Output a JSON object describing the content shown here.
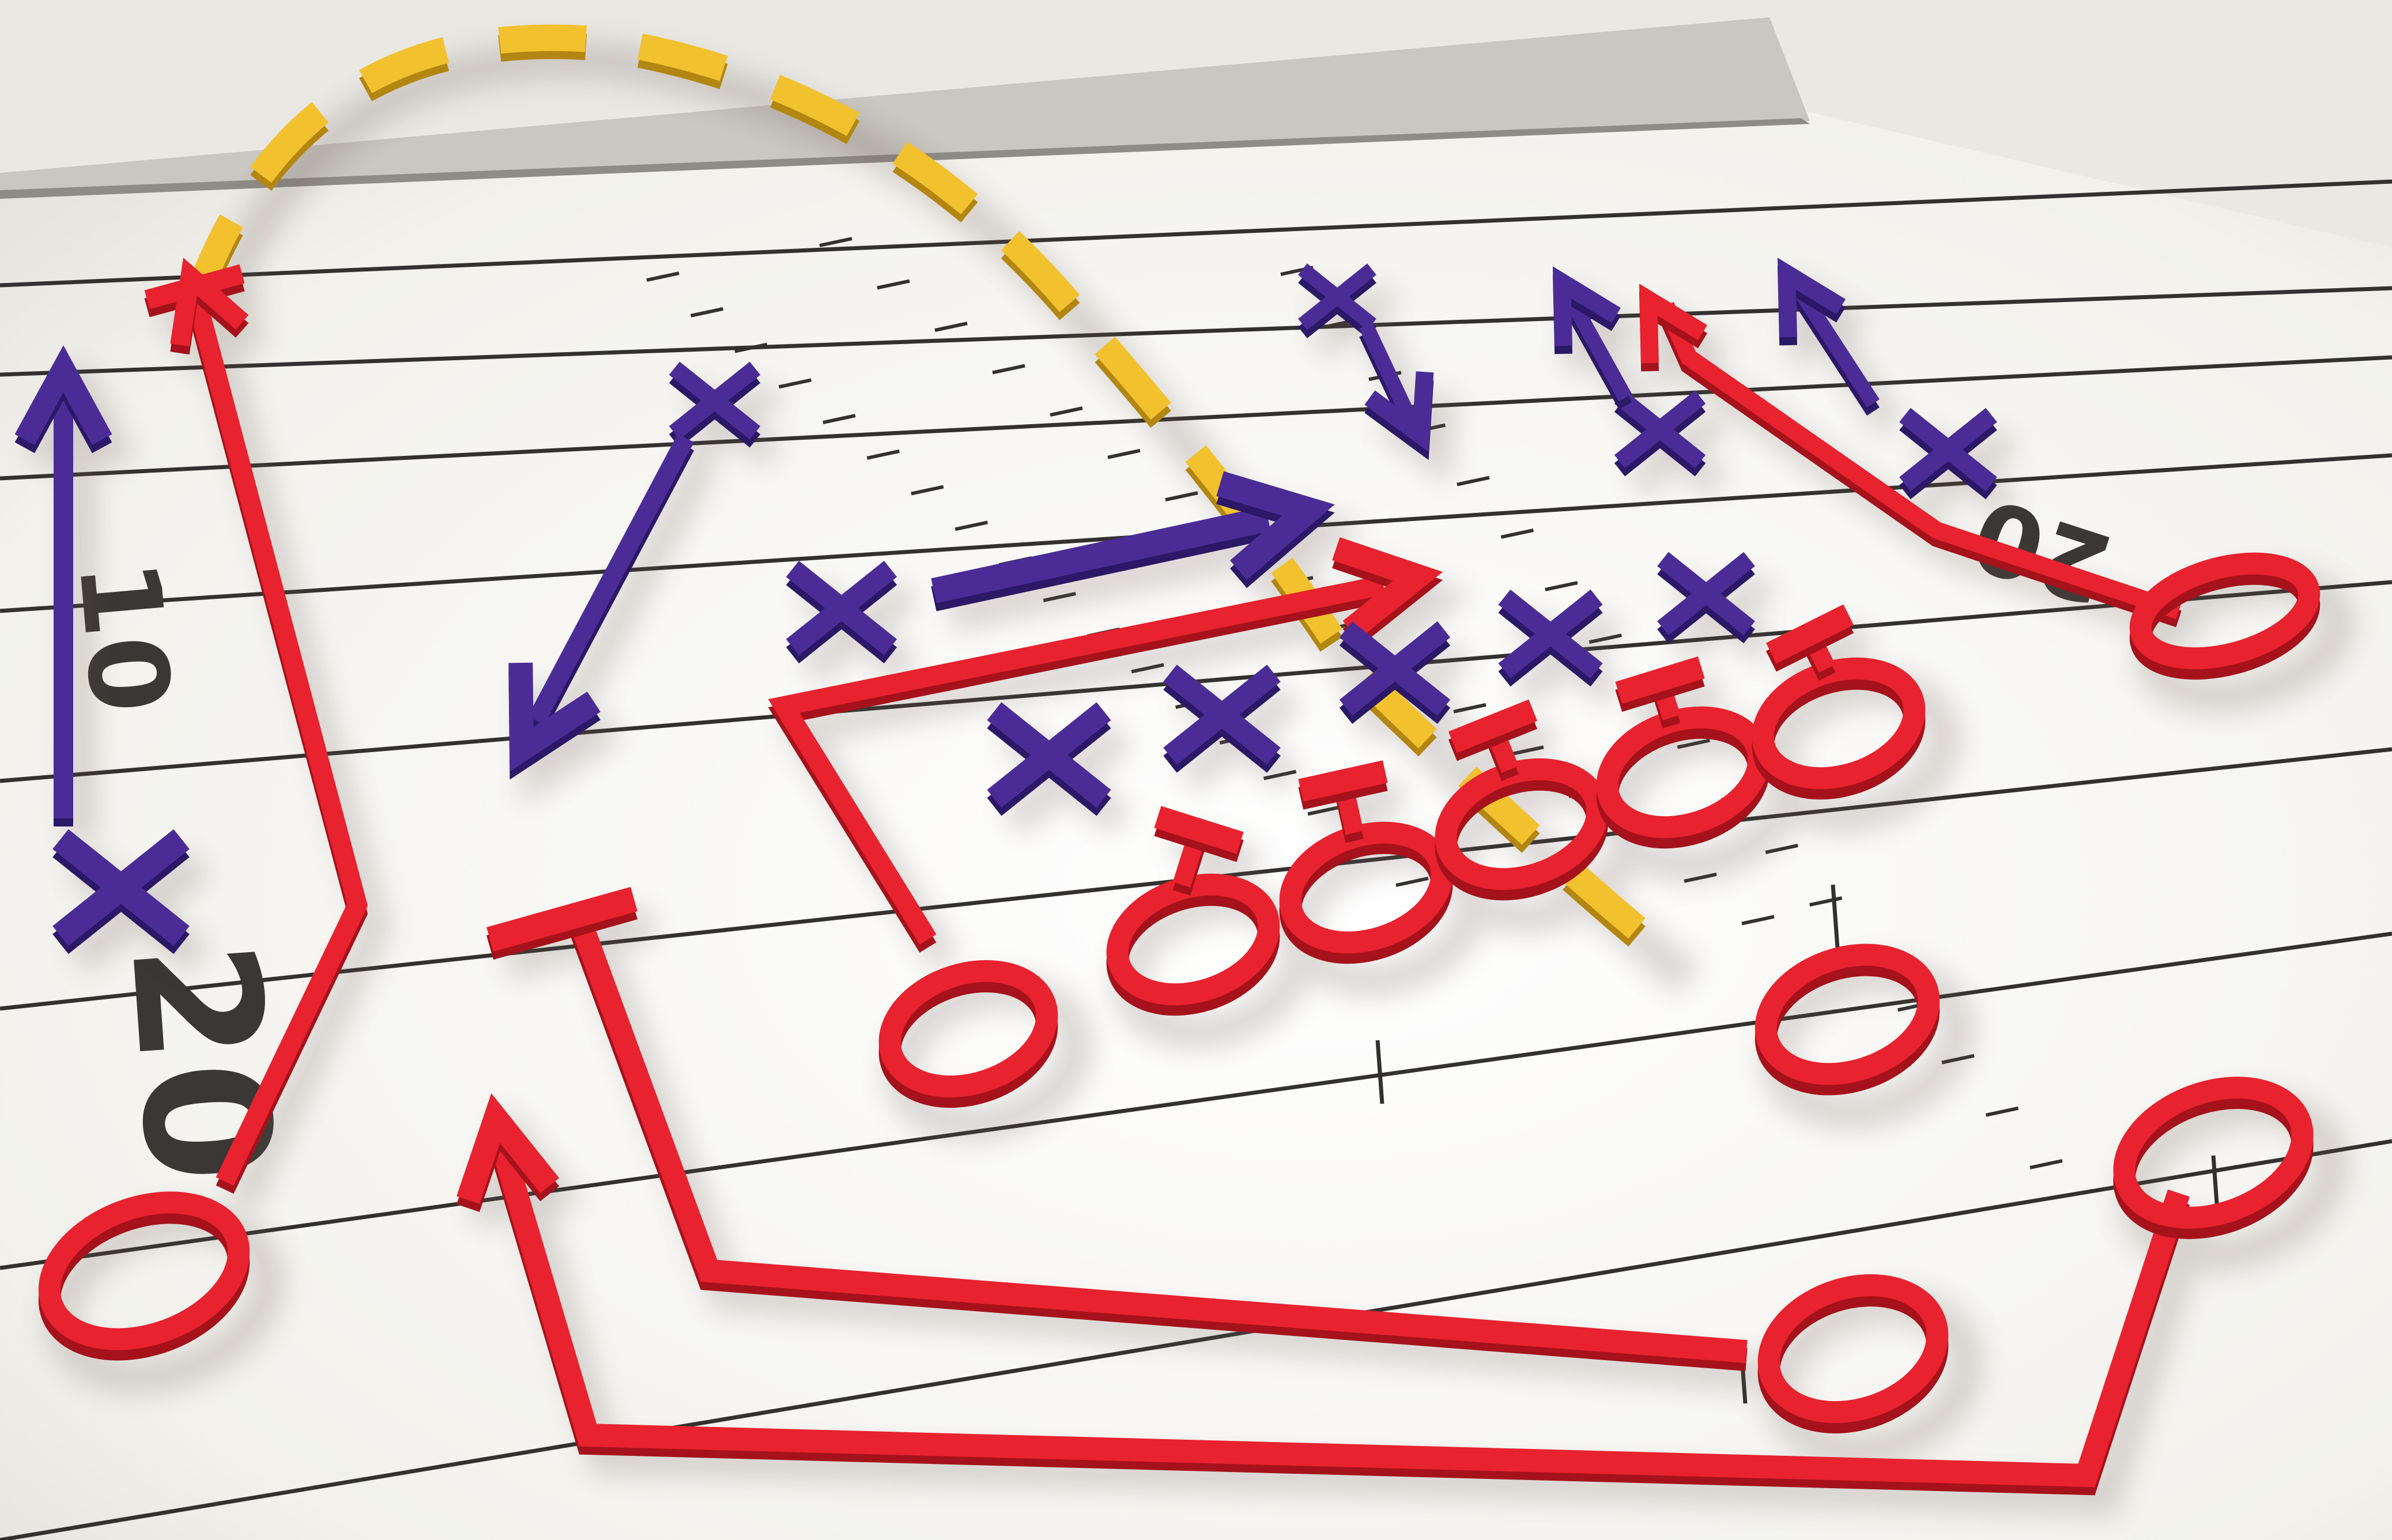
{
  "scene": {
    "yard_numbers": [
      {
        "id": "yard-number-10",
        "text": "10"
      },
      {
        "id": "yard-number-20-left",
        "text": "20"
      },
      {
        "id": "yard-number-20-right",
        "text": "20"
      }
    ]
  },
  "colors": {
    "offense": "#e8222e",
    "offense_shadow": "#a5121b",
    "defense": "#4b2c97",
    "defense_shadow": "#2b1866",
    "ball_path": "#f2c12e",
    "ball_shadow": "#b38612",
    "field": "#f4f3ef",
    "field_line": "#33312f",
    "sideline": "#a7a49d",
    "yard_number": "#3a3735"
  },
  "icons": {
    "offense_player": "circle-o",
    "defense_player": "x-mark",
    "block": "t-bar",
    "route_end": "arrowhead"
  }
}
